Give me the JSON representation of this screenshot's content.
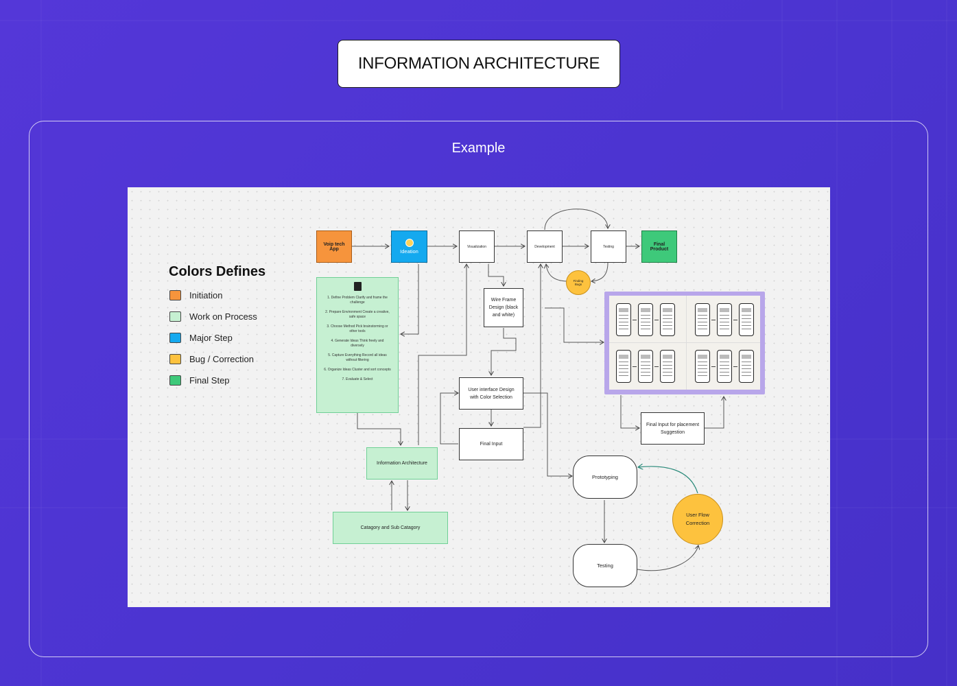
{
  "header": {
    "title": "INFORMATION ARCHITECTURE"
  },
  "panel": {
    "label": "Example"
  },
  "legend": {
    "title": "Colors Defines",
    "items": [
      {
        "label": "Initiation",
        "color": "#f6943c"
      },
      {
        "label": "Work on Process",
        "color": "#c6f0d2"
      },
      {
        "label": "Major Step",
        "color": "#14a9ef"
      },
      {
        "label": "Bug / Correction",
        "color": "#fdc23e"
      },
      {
        "label": "Final Step",
        "color": "#3ec97a"
      }
    ]
  },
  "nodes": {
    "voip": "Voip tech App",
    "ideation": "Ideation",
    "visualization": "Visualization",
    "development": "Development",
    "testing_top": "Testing",
    "final_product": "Final Product",
    "finding_bugs": "Finding Bugs",
    "wireframe": "Wire Frame Design (black and white)",
    "ui_design": "User interface Design with Color Selection",
    "final_input": "Final Input",
    "info_arch": "Information Architecture",
    "category": "Catagory and Sub Catagory",
    "final_input_placement": "Final Input for placement Suggestion",
    "prototyping": "Prototyping",
    "testing_bottom": "Testing",
    "user_flow": "User Flow Correction"
  },
  "ideation_steps": [
    "1. Define Problem Clarify and frame the challenge",
    "2. Prepare Environment Create a creative, safe space",
    "3. Choose Method Pick brainstorming or other tools",
    "4. Generate Ideas Think freely and diversely",
    "5. Capture Everything Record all ideas without filtering",
    "6. Organize Ideas Cluster and sort concepts",
    "7. Evaluate & Select"
  ],
  "colors": {
    "initiation": "#f6943c",
    "process": "#c6f0d2",
    "major": "#14a9ef",
    "bug": "#fdc23e",
    "final": "#3ec97a",
    "wireframe_frame": "#b8a6ea"
  }
}
